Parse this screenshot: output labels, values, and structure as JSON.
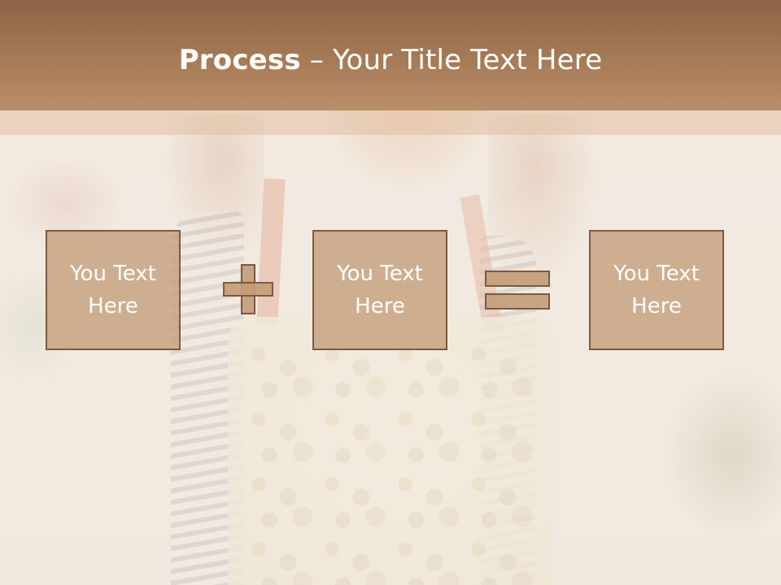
{
  "slide": {
    "title_bold": "Process",
    "title_rest": " – Your Title Text Here"
  },
  "process": {
    "boxes": [
      {
        "text": "You Text\nHere"
      },
      {
        "text": "You Text\nHere"
      },
      {
        "text": "You Text\nHere"
      }
    ],
    "operators": [
      "plus-icon",
      "equals-icon"
    ]
  },
  "colors": {
    "header_top": "#8c6446",
    "header_bottom": "#ba8f69",
    "box_fill": "#c49c78",
    "box_border": "#7b5a42",
    "text": "#ffffff"
  }
}
